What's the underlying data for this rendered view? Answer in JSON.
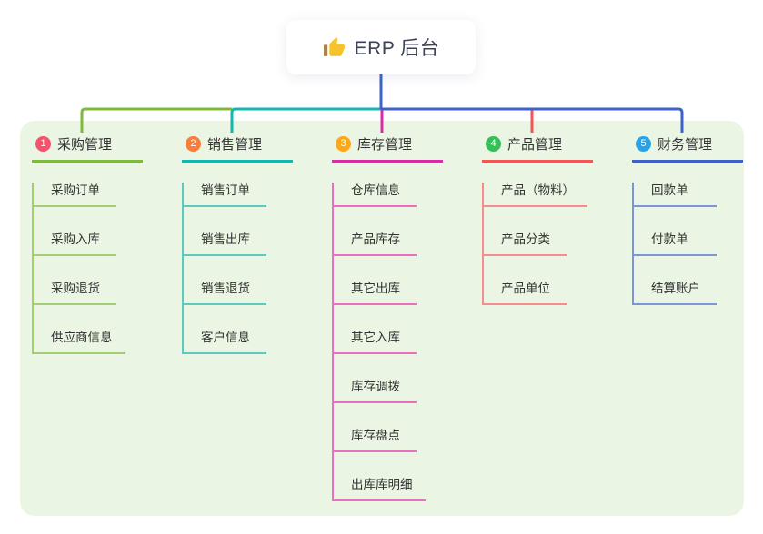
{
  "root": {
    "label": "ERP 后台",
    "icon": "thumbs-up-icon",
    "icon_color": "#f7c32a",
    "icon_cuff_color": "#b07f43",
    "trunk_color": "#3f62c9"
  },
  "panel": {
    "background": "#eaf6e3"
  },
  "branches": [
    {
      "index": "1",
      "label": "采购管理",
      "badge_color": "#f4536b",
      "line_color": "#7fba3d",
      "child_line_color": "#a3cd74",
      "children": [
        "采购订单",
        "采购入库",
        "采购退货",
        "供应商信息"
      ]
    },
    {
      "index": "2",
      "label": "销售管理",
      "badge_color": "#fb7d3c",
      "line_color": "#12b7ae",
      "child_line_color": "#5cc8c0",
      "children": [
        "销售订单",
        "销售出库",
        "销售退货",
        "客户信息"
      ]
    },
    {
      "index": "3",
      "label": "库存管理",
      "badge_color": "#fba919",
      "line_color": "#d92da8",
      "child_line_color": "#ea6fbf",
      "children": [
        "仓库信息",
        "产品库存",
        "其它出库",
        "其它入库",
        "库存调拨",
        "库存盘点",
        "出库库明细"
      ]
    },
    {
      "index": "4",
      "label": "产品管理",
      "badge_color": "#34c056",
      "line_color": "#f25555",
      "child_line_color": "#f68d8d",
      "children": [
        "产品（物料）",
        "产品分类",
        "产品单位"
      ]
    },
    {
      "index": "5",
      "label": "财务管理",
      "badge_color": "#29a3e5",
      "line_color": "#3f62c9",
      "child_line_color": "#7d96da",
      "children": [
        "回款单",
        "付款单",
        "结算账户"
      ]
    }
  ]
}
